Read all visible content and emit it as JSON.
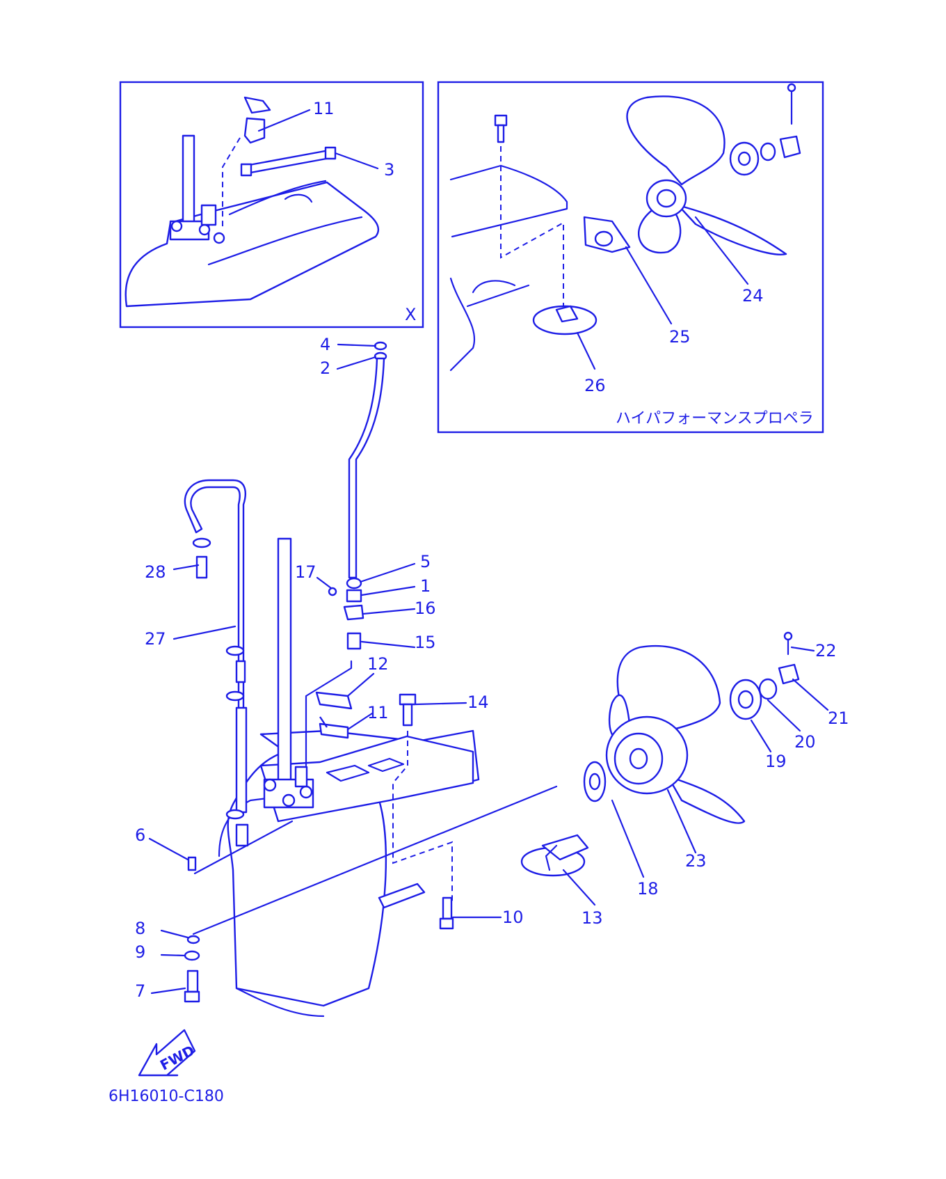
{
  "inset_left": {
    "view_label": "X"
  },
  "inset_right": {
    "caption": "ハイパフォーマンスプロペラ"
  },
  "fwd_label": "FWD",
  "drawing_number": "6H16010-C180",
  "callouts": {
    "c1": "1",
    "c2": "2",
    "c3": "3",
    "c4": "4",
    "c5": "5",
    "c6": "6",
    "c7": "7",
    "c8": "8",
    "c9": "9",
    "c10": "10",
    "c11": "11",
    "c11b": "11",
    "c12": "12",
    "c13": "13",
    "c14": "14",
    "c15": "15",
    "c16": "16",
    "c17": "17",
    "c18": "18",
    "c19": "19",
    "c20": "20",
    "c21": "21",
    "c22": "22",
    "c23": "23",
    "c24": "24",
    "c25": "25",
    "c26": "26",
    "c27": "27",
    "c28": "28"
  },
  "colors": {
    "ink": "#1d1de6",
    "paper": "#ffffff"
  }
}
